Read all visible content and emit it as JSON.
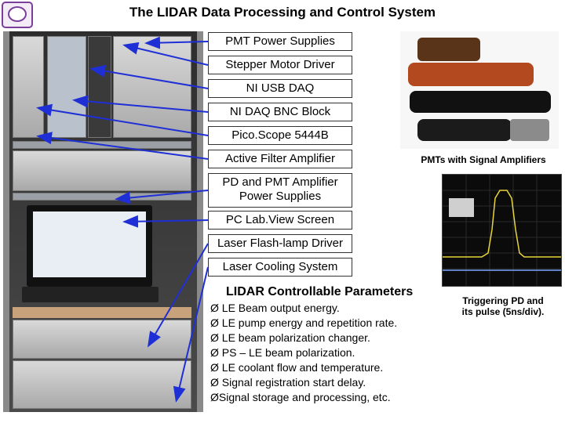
{
  "title": "The LIDAR Data Processing and Control System",
  "logo": {
    "icon": "institute-logo-icon",
    "color": "#7a3f9a"
  },
  "labels": {
    "pmt_power": "PMT Power Supplies",
    "stepper": "Stepper Motor Driver",
    "ni_usb": "NI USB DAQ",
    "ni_bnc": "NI DAQ BNC Block",
    "pico": "Pico.Scope 5444B",
    "filter_amp": "Active Filter Amplifier",
    "pd_pmt_line1": "PD and PMT Amplifier",
    "pd_pmt_line2": "Power Supplies",
    "pc_screen": "PC Lab.View Screen",
    "flashlamp": "Laser Flash-lamp Driver",
    "cooling": "Laser Cooling System"
  },
  "pmt_caption": "PMTs with Signal Amplifiers",
  "scope_caption_line1": "Triggering PD and",
  "scope_caption_line2": "its pulse (5ns/div).",
  "params": {
    "heading": "LIDAR Controllable Parameters",
    "items": [
      "Ø LE Beam output energy.",
      "Ø LE pump energy and repetition rate.",
      "Ø LE beam polarization  changer.",
      "Ø PS – LE beam polarization.",
      "Ø LE coolant flow and temperature.",
      "Ø  Signal registration start delay.",
      "ØSignal storage and processing, etc."
    ]
  },
  "colors": {
    "arrow": "#1f2fd6",
    "scope_trace": "#e6d53a",
    "scope_line": "#7aa7ff"
  }
}
